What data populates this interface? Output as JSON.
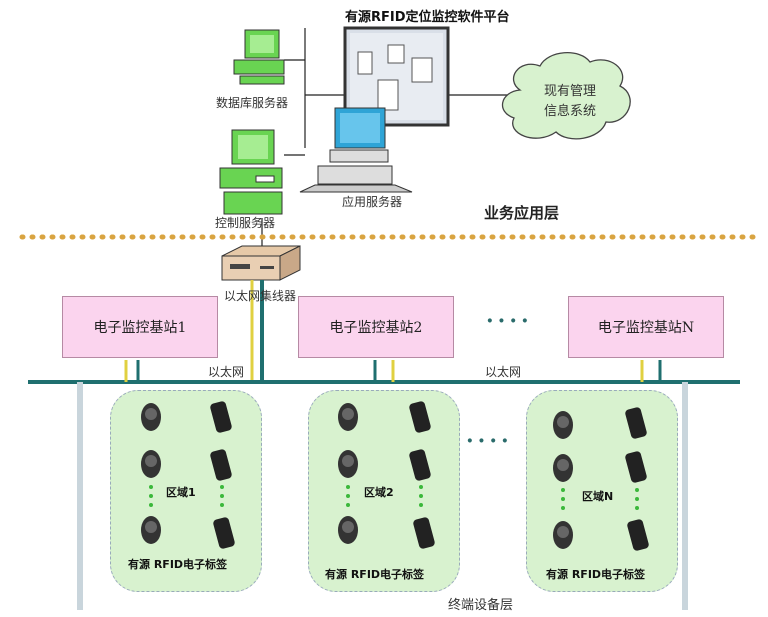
{
  "title": "有源RFID定位监控软件平台",
  "servers": {
    "database": "数据库服务器",
    "control": "控制服务器",
    "application": "应用服务器"
  },
  "cloud_label": [
    "现有管理",
    "信息系统"
  ],
  "business_layer": "业务应用层",
  "switch_label": "以太网集线器",
  "stations": [
    "电子监控基站1",
    "电子监控基站2",
    "电子监控基站N"
  ],
  "ethernet_label": "以太网",
  "ellipsis": "····",
  "regions": [
    "区域1",
    "区域2",
    "区域N"
  ],
  "tag_label": "有源 RFID电子标签",
  "terminal_layer": "终端设备层",
  "colors": {
    "station_fill": "#fbd4ee",
    "region_fill": "#d8f2cf",
    "dots": "#d9a441",
    "cable": "#1f6f6f",
    "monitor_green": "#6fdc5a"
  }
}
